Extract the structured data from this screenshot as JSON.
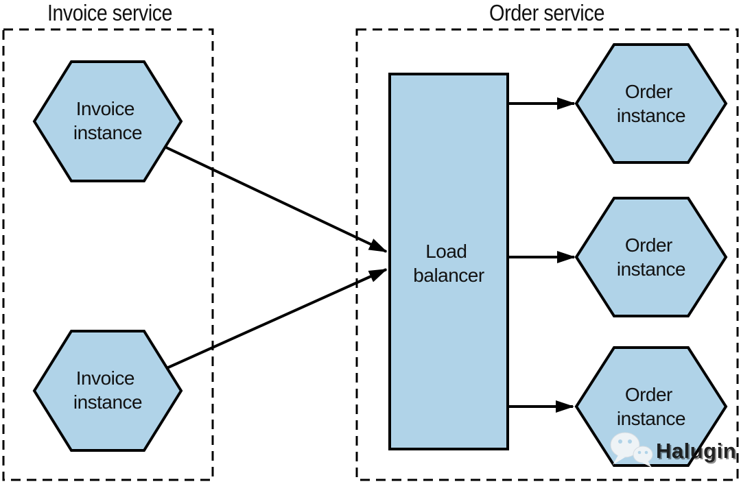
{
  "diagram": {
    "invoice_service": {
      "title": "Invoice service",
      "instances": [
        {
          "line1": "Invoice",
          "line2": "instance"
        },
        {
          "line1": "Invoice",
          "line2": "instance"
        }
      ]
    },
    "order_service": {
      "title": "Order service",
      "load_balancer": {
        "line1": "Load",
        "line2": "balancer"
      },
      "instances": [
        {
          "line1": "Order",
          "line2": "instance"
        },
        {
          "line1": "Order",
          "line2": "instance"
        },
        {
          "line1": "Order",
          "line2": "instance"
        }
      ]
    },
    "watermark": {
      "text": "Halugin",
      "icon": "wechat-icon"
    },
    "colors": {
      "node_fill": "#b0d3e8",
      "node_stroke": "#000000",
      "line": "#000000",
      "background": "#ffffff",
      "watermark_text": "#fbfbfb"
    }
  }
}
